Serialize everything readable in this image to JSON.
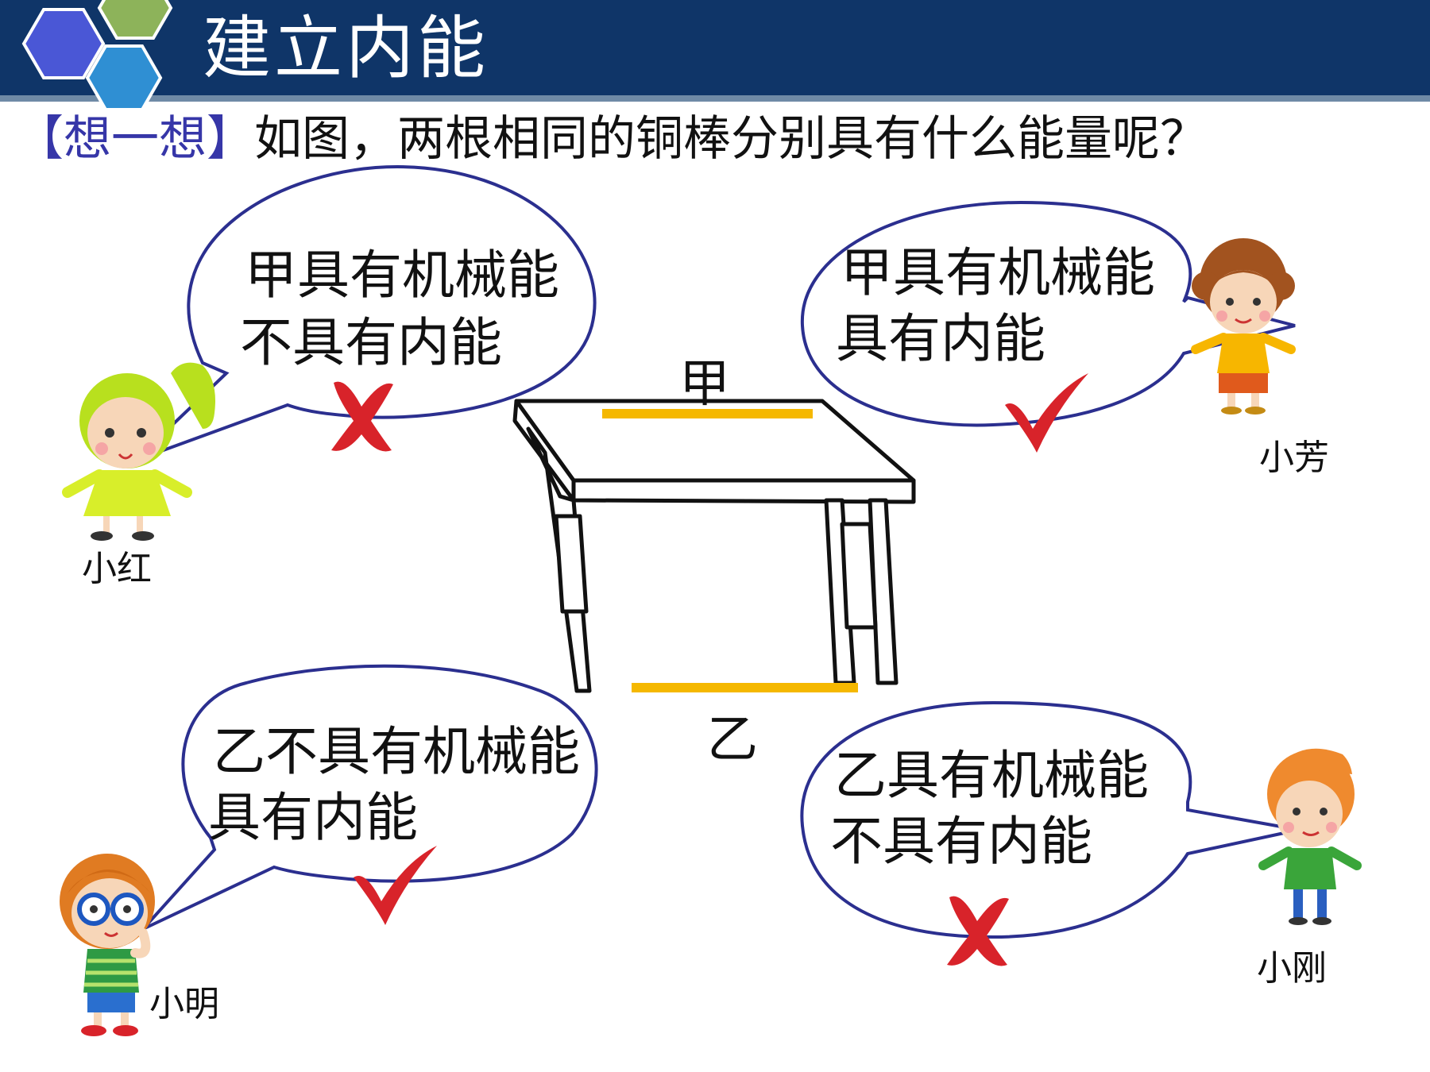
{
  "title": "建立内能",
  "question": {
    "tag": "【想一想】",
    "text": "如图，两根相同的铜棒分别具有什么能量呢？"
  },
  "rods": {
    "top_label": "甲",
    "bottom_label": "乙"
  },
  "bubbles": [
    {
      "speaker": "小红",
      "line1": "甲具有机械能",
      "line2": "不具有内能",
      "verdict": "wrong"
    },
    {
      "speaker": "小芳",
      "line1": "甲具有机械能",
      "line2": "具有内能",
      "verdict": "correct"
    },
    {
      "speaker": "小明",
      "line1": "乙不具有机械能",
      "line2": "具有内能",
      "verdict": "correct"
    },
    {
      "speaker": "小刚",
      "line1": "乙具有机械能",
      "line2": "不具有内能",
      "verdict": "wrong"
    }
  ],
  "colors": {
    "header": "#0f3568",
    "bubble_border": "#2b2f8f",
    "rod": "#f5b800",
    "check": "#d8232a",
    "cross": "#d8232a"
  }
}
